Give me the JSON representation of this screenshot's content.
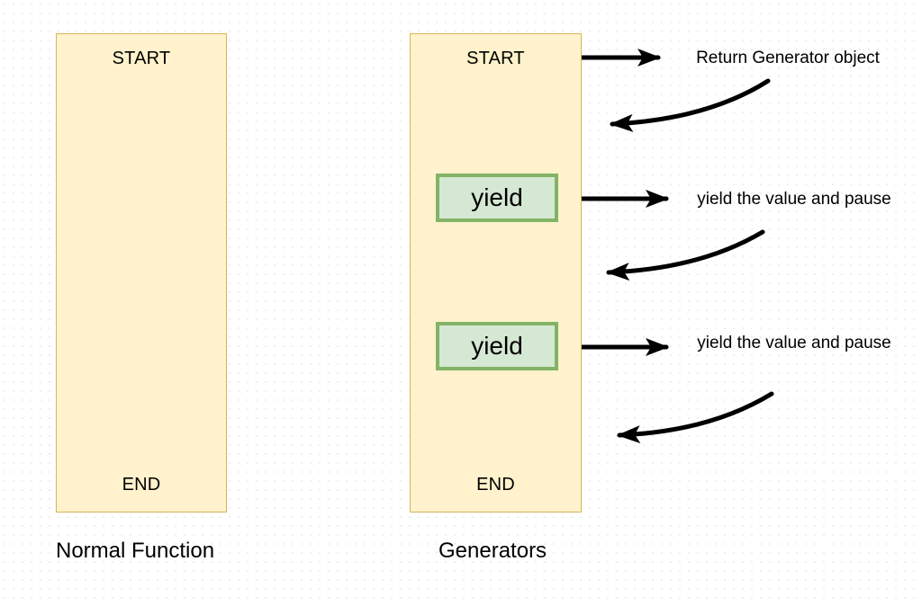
{
  "diagram": {
    "left_panel": {
      "title": "Normal Function",
      "start": "START",
      "end": "END"
    },
    "right_panel": {
      "title": "Generators",
      "start": "START",
      "end": "END",
      "yields": [
        {
          "label": "yield"
        },
        {
          "label": "yield"
        }
      ]
    },
    "annotations": {
      "return_generator": "Return Generator object",
      "yield_pause_1": "yield the value and pause",
      "yield_pause_2": "yield the value and pause"
    },
    "colors": {
      "box_fill": "#FFF2CC",
      "box_border": "#D6B656",
      "yield_fill": "#D5E8D4",
      "yield_border": "#82B366",
      "arrow": "#000000"
    }
  }
}
